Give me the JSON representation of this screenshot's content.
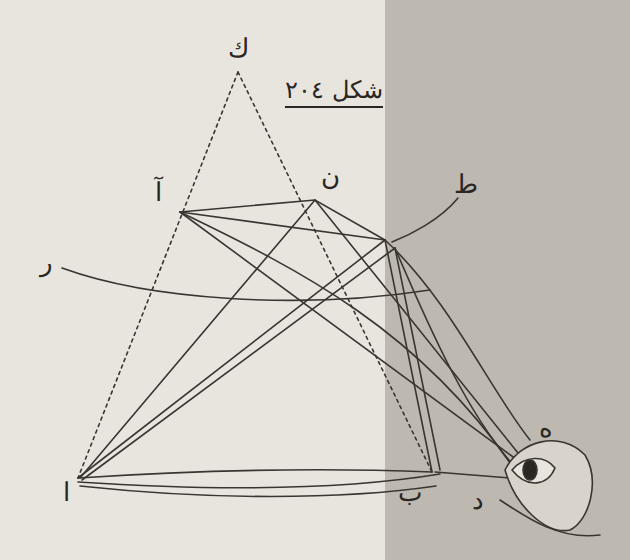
{
  "diagram": {
    "title": "شكل ٢٠٤",
    "labels": [
      "ك",
      "آ",
      "ن",
      "ط",
      "ر",
      "ا",
      "ب",
      "د",
      "ه"
    ]
  }
}
